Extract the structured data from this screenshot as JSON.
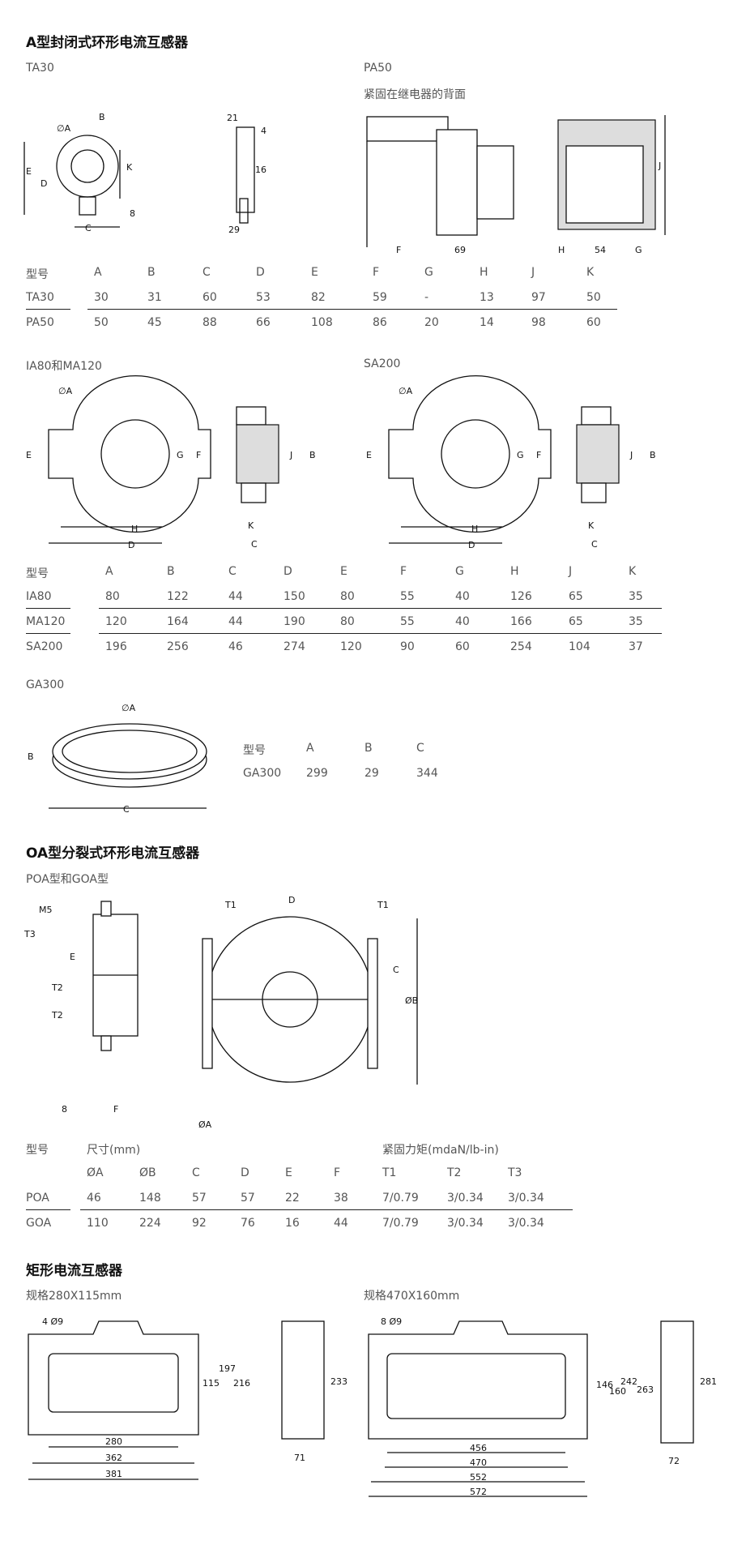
{
  "section_a": {
    "title": "A型封闭式环形电流互感器",
    "ta30_label": "TA30",
    "pa50_label": "PA50",
    "pa50_note": "紧固在继电器的背面",
    "drawing_labels": {
      "oa": "∅A",
      "b": "B",
      "c": "C",
      "d": "D",
      "e": "E",
      "k": "K",
      "eight": "8",
      "n21": "21",
      "n4": "4",
      "n16": "16",
      "n29": "29",
      "f": "F",
      "n69": "69",
      "h": "H",
      "n54": "54",
      "g": "G",
      "j": "J"
    },
    "table": {
      "headers": [
        "型号",
        "A",
        "B",
        "C",
        "D",
        "E",
        "F",
        "G",
        "H",
        "J",
        "K"
      ],
      "rows": [
        [
          "TA30",
          "30",
          "31",
          "60",
          "53",
          "82",
          "59",
          "-",
          "13",
          "97",
          "50"
        ],
        [
          "PA50",
          "50",
          "45",
          "88",
          "66",
          "108",
          "86",
          "20",
          "14",
          "98",
          "60"
        ]
      ]
    }
  },
  "section_b": {
    "ia_label": "IA80和MA120",
    "sa_label": "SA200",
    "drawing_labels": {
      "oa": "∅A",
      "e": "E",
      "g": "G",
      "f": "F",
      "h": "H",
      "d": "D",
      "j": "J",
      "b": "B",
      "k": "K",
      "c": "C"
    },
    "table": {
      "headers": [
        "型号",
        "A",
        "B",
        "C",
        "D",
        "E",
        "F",
        "G",
        "H",
        "J",
        "K"
      ],
      "rows": [
        [
          "IA80",
          "80",
          "122",
          "44",
          "150",
          "80",
          "55",
          "40",
          "126",
          "65",
          "35"
        ],
        [
          "MA120",
          "120",
          "164",
          "44",
          "190",
          "80",
          "55",
          "40",
          "166",
          "65",
          "35"
        ],
        [
          "SA200",
          "196",
          "256",
          "46",
          "274",
          "120",
          "90",
          "60",
          "254",
          "104",
          "37"
        ]
      ]
    }
  },
  "section_c": {
    "ga_label": "GA300",
    "drawing_labels": {
      "oa": "∅A",
      "b": "B",
      "c": "C"
    },
    "table": {
      "headers": [
        "型号",
        "A",
        "B",
        "C"
      ],
      "rows": [
        [
          "GA300",
          "299",
          "29",
          "344"
        ]
      ]
    }
  },
  "section_d": {
    "title": "OA型分裂式环形电流互感器",
    "subtitle": "POA型和GOA型",
    "drawing_labels": {
      "m5": "M5",
      "t3": "T3",
      "e": "E",
      "t2a": "T2",
      "t2b": "T2",
      "eight": "8",
      "f": "F",
      "t1a": "T1",
      "t1b": "T1",
      "d": "D",
      "c": "C",
      "ob": "ØB",
      "oa": "ØA"
    },
    "table": {
      "group1": "型号",
      "group2": "尺寸(mm)",
      "group3": "紧固力矩(mdaN/lb-in)",
      "headers": [
        "",
        "ØA",
        "ØB",
        "C",
        "D",
        "E",
        "F",
        "T1",
        "T2",
        "T3"
      ],
      "rows": [
        [
          "POA",
          "46",
          "148",
          "57",
          "57",
          "22",
          "38",
          "7/0.79",
          "3/0.34",
          "3/0.34"
        ],
        [
          "GOA",
          "110",
          "224",
          "92",
          "76",
          "16",
          "44",
          "7/0.79",
          "3/0.34",
          "3/0.34"
        ]
      ]
    }
  },
  "section_e": {
    "title": "矩形电流互感器",
    "spec1": "规格280X115mm",
    "spec2": "规格470X160mm",
    "drawing1": {
      "holes": "4 Ø9",
      "n115": "115",
      "n197": "197",
      "n216": "216",
      "n280": "280",
      "n362": "362",
      "n381": "381",
      "n233": "233",
      "n71": "71"
    },
    "drawing2": {
      "holes": "8 Ø9",
      "n146": "146",
      "n160": "160",
      "n242": "242",
      "n263": "263",
      "n456": "456",
      "n470": "470",
      "n552": "552",
      "n572": "572",
      "n281": "281",
      "n72": "72"
    }
  }
}
